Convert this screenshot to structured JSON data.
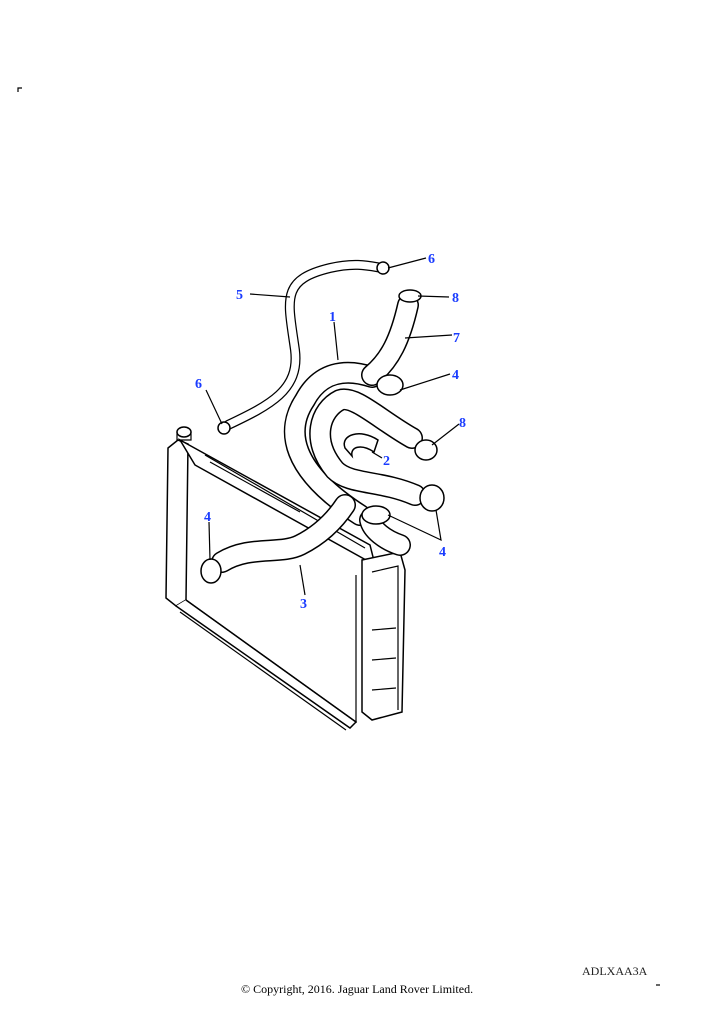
{
  "diagram": {
    "callouts": [
      "1",
      "2",
      "3",
      "4",
      "5",
      "6",
      "7",
      "8"
    ],
    "reference_code": "ADLXAA3A",
    "copyright": "© Copyright, 2016. Jaguar Land Rover Limited."
  }
}
